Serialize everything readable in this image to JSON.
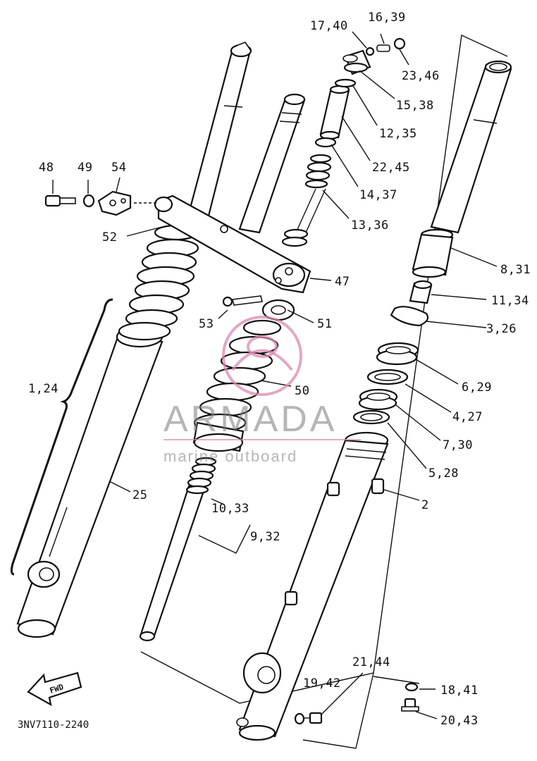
{
  "diagram_code": "3NV7110-2240",
  "direction_label": "FWD",
  "watermark": {
    "brand": "ARMADA",
    "tagline": "marine outboard"
  },
  "callouts": {
    "c1_24": "1,24",
    "c2": "2",
    "c3_26": "3,26",
    "c4_27": "4,27",
    "c5_28": "5,28",
    "c6_29": "6,29",
    "c7_30": "7,30",
    "c8_31": "8,31",
    "c9_32": "9,32",
    "c10_33": "10,33",
    "c11_34": "11,34",
    "c12_35": "12,35",
    "c13_36": "13,36",
    "c14_37": "14,37",
    "c15_38": "15,38",
    "c16_39": "16,39",
    "c17_40": "17,40",
    "c18_41": "18,41",
    "c19_42": "19,42",
    "c20_43": "20,43",
    "c21_44": "21,44",
    "c22_45": "22,45",
    "c23_46": "23,46",
    "c25": "25",
    "c47": "47",
    "c48": "48",
    "c49": "49",
    "c50": "50",
    "c51": "51",
    "c52": "52",
    "c53": "53",
    "c54": "54"
  },
  "colors": {
    "line": "#111111",
    "watermark_gray": "#7b7b7b",
    "watermark_pink": "#d98ab0"
  }
}
